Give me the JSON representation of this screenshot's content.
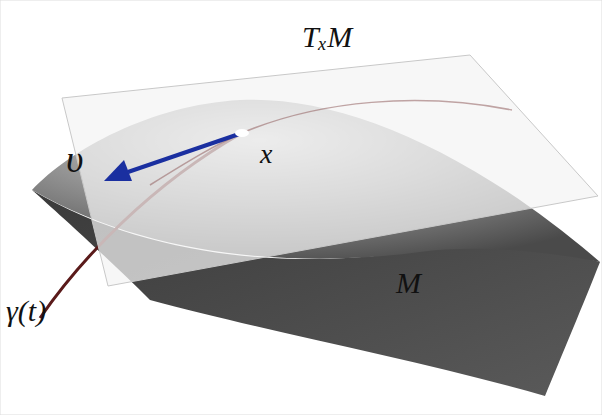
{
  "diagram": {
    "labels": [
      "TₓM",
      "υ",
      "x",
      "M",
      "γ(t)"
    ]
  }
}
